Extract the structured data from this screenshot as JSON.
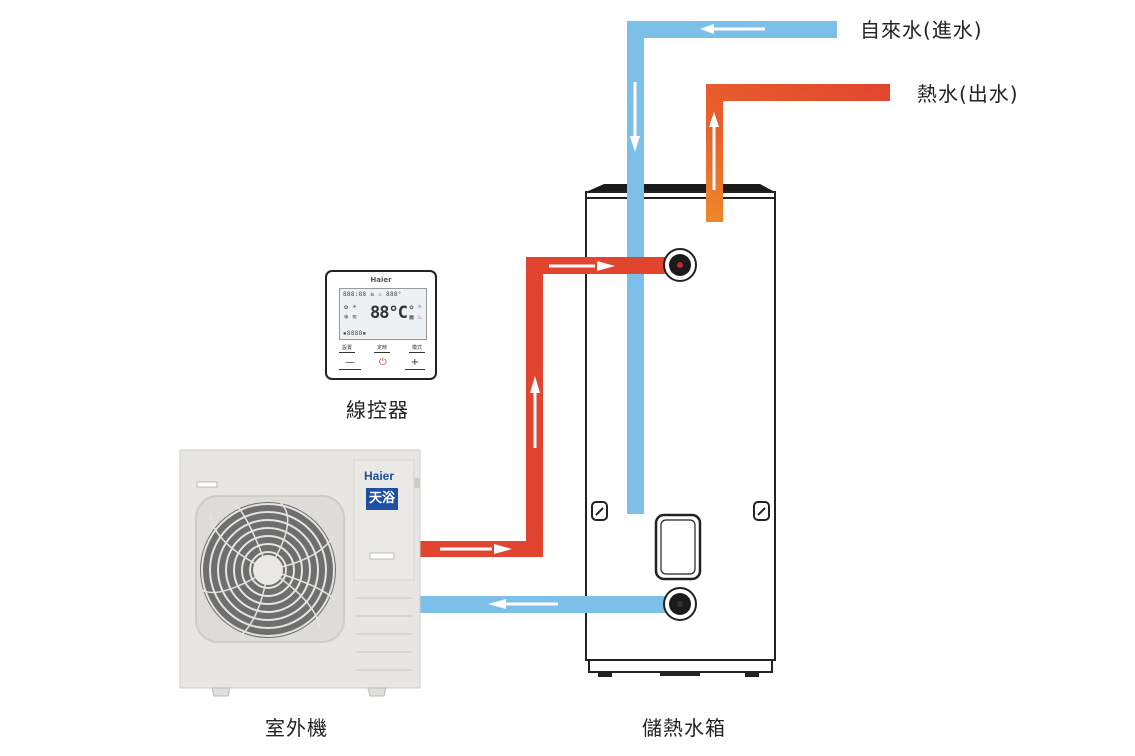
{
  "labels": {
    "tap_water_in": "自來水(進水)",
    "hot_water_out": "熱水(出水)",
    "wired_controller": "線控器",
    "outdoor_unit": "室外機",
    "storage_tank": "儲熱水箱"
  },
  "remote": {
    "brand": "Haier",
    "lcd_row1": "888:88 ≡ ♨ 888°",
    "lcd_big": "88°C",
    "lcd_row3": "▪8888▪",
    "button_labels": [
      "設置",
      "定時",
      "模式"
    ],
    "buttons": [
      "—",
      "⏻",
      "+"
    ]
  },
  "outdoor_unit": {
    "brand": "Haier",
    "badge": "天浴"
  },
  "colors": {
    "cold_water": "#7cc0ea",
    "hot_water": "#e2452f",
    "hot_outlet": "#ee8a2a",
    "outline": "#222222"
  },
  "flow": {
    "cold_inlet_direction": "left-then-down",
    "hot_outlet_direction": "up-then-right",
    "heat_pump_supply": "right-then-up-then-right",
    "heat_pump_return": "left"
  }
}
